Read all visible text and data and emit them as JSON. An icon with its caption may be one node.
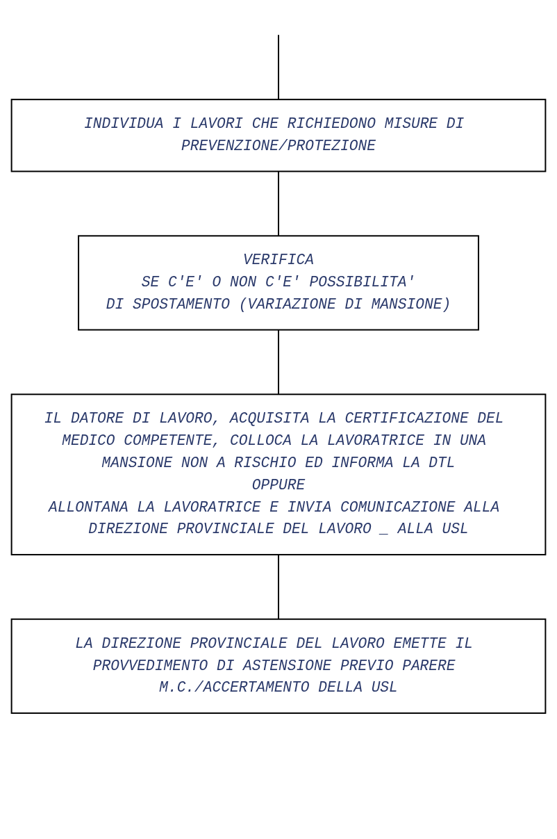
{
  "diagram": {
    "nodes": [
      {
        "text": [
          "INDIVIDUA I LAVORI CHE RICHIEDONO MISURE DI PREVENZIONE/PROTEZIONE"
        ]
      },
      {
        "text": [
          "VERIFICA",
          "SE C'E' O NON C'E' POSSIBILITA'",
          "DI SPOSTAMENTO (VARIAZIONE DI MANSIONE)"
        ]
      },
      {
        "text": [
          "IL DATORE DI LAVORO, ACQUISITA LA CERTIFICAZIONE DEL MEDICO COMPETENTE, COLLOCA LA LAVORATRICE IN UNA MANSIONE NON A RISCHIO ED INFORMA LA DTL",
          "OPPURE",
          "ALLONTANA LA LAVORATRICE E INVIA COMUNICAZIONE ALLA DIREZIONE PROVINCIALE DEL LAVORO _ ALLA USL"
        ]
      },
      {
        "text": [
          "LA DIREZIONE PROVINCIALE DEL LAVORO EMETTE IL PROVVEDIMENTO DI ASTENSIONE PREVIO PARERE M.C./ACCERTAMENTO DELLA USL"
        ]
      }
    ],
    "edges": [
      {
        "from": null,
        "to": 0,
        "arrow": "none"
      },
      {
        "from": 0,
        "to": 1,
        "arrow": "none"
      },
      {
        "from": 1,
        "to": 2,
        "arrow": "none"
      },
      {
        "from": 2,
        "to": 3,
        "arrow": "none"
      }
    ]
  }
}
